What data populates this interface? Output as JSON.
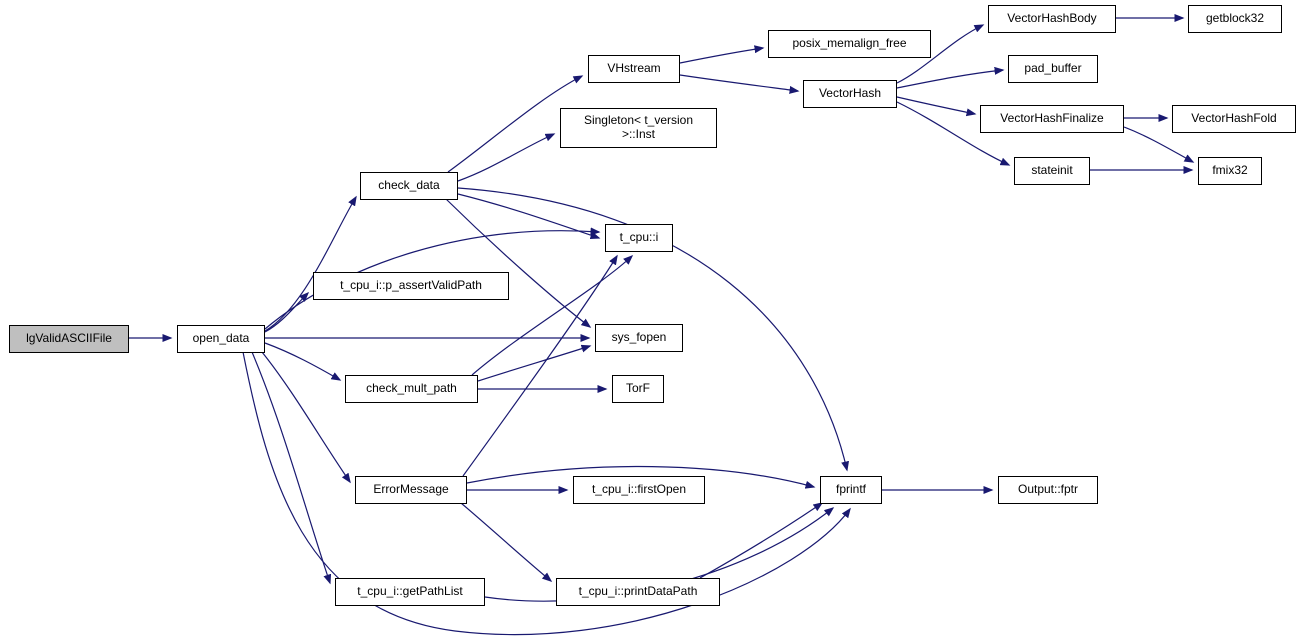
{
  "diagram": {
    "kind": "doxygen-call-graph",
    "root_function": "lgValidASCIIFile"
  },
  "colors": {
    "edge": "#191970",
    "node_border": "#000000",
    "node_fill": "#ffffff",
    "root_fill": "#bfbfbf",
    "text": "#000000",
    "background": "#ffffff"
  },
  "nodes": [
    {
      "id": "lgValidASCIIFile",
      "label": "lgValidASCIIFile"
    },
    {
      "id": "open_data",
      "label": "open_data"
    },
    {
      "id": "check_data",
      "label": "check_data"
    },
    {
      "id": "t_cpu_i::p_assertValidPath",
      "label": "t_cpu_i::p_assertValidPath"
    },
    {
      "id": "check_mult_path",
      "label": "check_mult_path"
    },
    {
      "id": "ErrorMessage",
      "label": "ErrorMessage"
    },
    {
      "id": "t_cpu_i::getPathList",
      "label": "t_cpu_i::getPathList"
    },
    {
      "id": "VHstream",
      "label": "VHstream"
    },
    {
      "id": "Singleton<t_version>::Inst",
      "label": "Singleton< t_version\n>::Inst"
    },
    {
      "id": "t_cpu::i",
      "label": "t_cpu::i"
    },
    {
      "id": "sys_fopen",
      "label": "sys_fopen"
    },
    {
      "id": "TorF",
      "label": "TorF"
    },
    {
      "id": "t_cpu_i::firstOpen",
      "label": "t_cpu_i::firstOpen"
    },
    {
      "id": "t_cpu_i::printDataPath",
      "label": "t_cpu_i::printDataPath"
    },
    {
      "id": "posix_memalign_free",
      "label": "posix_memalign_free"
    },
    {
      "id": "VectorHash",
      "label": "VectorHash"
    },
    {
      "id": "fprintf",
      "label": "fprintf"
    },
    {
      "id": "VectorHashBody",
      "label": "VectorHashBody"
    },
    {
      "id": "pad_buffer",
      "label": "pad_buffer"
    },
    {
      "id": "VectorHashFinalize",
      "label": "VectorHashFinalize"
    },
    {
      "id": "stateinit",
      "label": "stateinit"
    },
    {
      "id": "getblock32",
      "label": "getblock32"
    },
    {
      "id": "VectorHashFold",
      "label": "VectorHashFold"
    },
    {
      "id": "fmix32",
      "label": "fmix32"
    },
    {
      "id": "Output::fptr",
      "label": "Output::fptr"
    }
  ],
  "edges": [
    {
      "from": "lgValidASCIIFile",
      "to": "open_data"
    },
    {
      "from": "open_data",
      "to": "check_data"
    },
    {
      "from": "open_data",
      "to": "t_cpu_i::p_assertValidPath"
    },
    {
      "from": "open_data",
      "to": "check_mult_path"
    },
    {
      "from": "open_data",
      "to": "ErrorMessage"
    },
    {
      "from": "open_data",
      "to": "t_cpu_i::getPathList"
    },
    {
      "from": "open_data",
      "to": "sys_fopen"
    },
    {
      "from": "open_data",
      "to": "t_cpu::i"
    },
    {
      "from": "open_data",
      "to": "fprintf"
    },
    {
      "from": "check_data",
      "to": "VHstream"
    },
    {
      "from": "check_data",
      "to": "Singleton<t_version>::Inst"
    },
    {
      "from": "check_data",
      "to": "t_cpu::i"
    },
    {
      "from": "check_data",
      "to": "sys_fopen"
    },
    {
      "from": "check_data",
      "to": "fprintf"
    },
    {
      "from": "check_mult_path",
      "to": "TorF"
    },
    {
      "from": "check_mult_path",
      "to": "sys_fopen"
    },
    {
      "from": "check_mult_path",
      "to": "t_cpu::i"
    },
    {
      "from": "ErrorMessage",
      "to": "t_cpu_i::firstOpen"
    },
    {
      "from": "ErrorMessage",
      "to": "fprintf"
    },
    {
      "from": "ErrorMessage",
      "to": "t_cpu_i::printDataPath"
    },
    {
      "from": "ErrorMessage",
      "to": "t_cpu::i"
    },
    {
      "from": "t_cpu_i::printDataPath",
      "to": "fprintf"
    },
    {
      "from": "t_cpu_i::getPathList",
      "to": "fprintf"
    },
    {
      "from": "VHstream",
      "to": "posix_memalign_free"
    },
    {
      "from": "VHstream",
      "to": "VectorHash"
    },
    {
      "from": "VectorHash",
      "to": "VectorHashBody"
    },
    {
      "from": "VectorHash",
      "to": "pad_buffer"
    },
    {
      "from": "VectorHash",
      "to": "VectorHashFinalize"
    },
    {
      "from": "VectorHash",
      "to": "stateinit"
    },
    {
      "from": "VectorHashBody",
      "to": "getblock32"
    },
    {
      "from": "VectorHashFinalize",
      "to": "VectorHashFold"
    },
    {
      "from": "VectorHashFinalize",
      "to": "fmix32"
    },
    {
      "from": "stateinit",
      "to": "fmix32"
    },
    {
      "from": "fprintf",
      "to": "Output::fptr"
    }
  ]
}
